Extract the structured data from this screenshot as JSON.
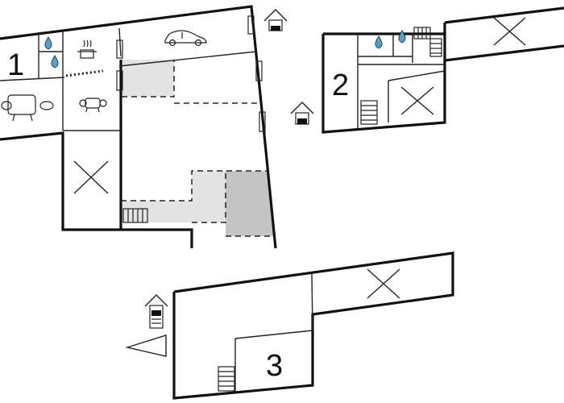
{
  "floors": [
    {
      "label": "1"
    },
    {
      "label": "2"
    },
    {
      "label": "3"
    }
  ],
  "icons": [
    "water-drop-icon",
    "cooking-pot-icon",
    "car-icon",
    "sofa-icon",
    "armchair-icon",
    "stairs-icon",
    "house-entrance-icon",
    "void-cross-icon",
    "window-icon",
    "direction-arrow-icon"
  ],
  "colors": {
    "wall": "#111111",
    "terrace_light": "#e3e3e3",
    "terrace_dark": "#c4c4c4",
    "water": "#4aa3d8"
  }
}
